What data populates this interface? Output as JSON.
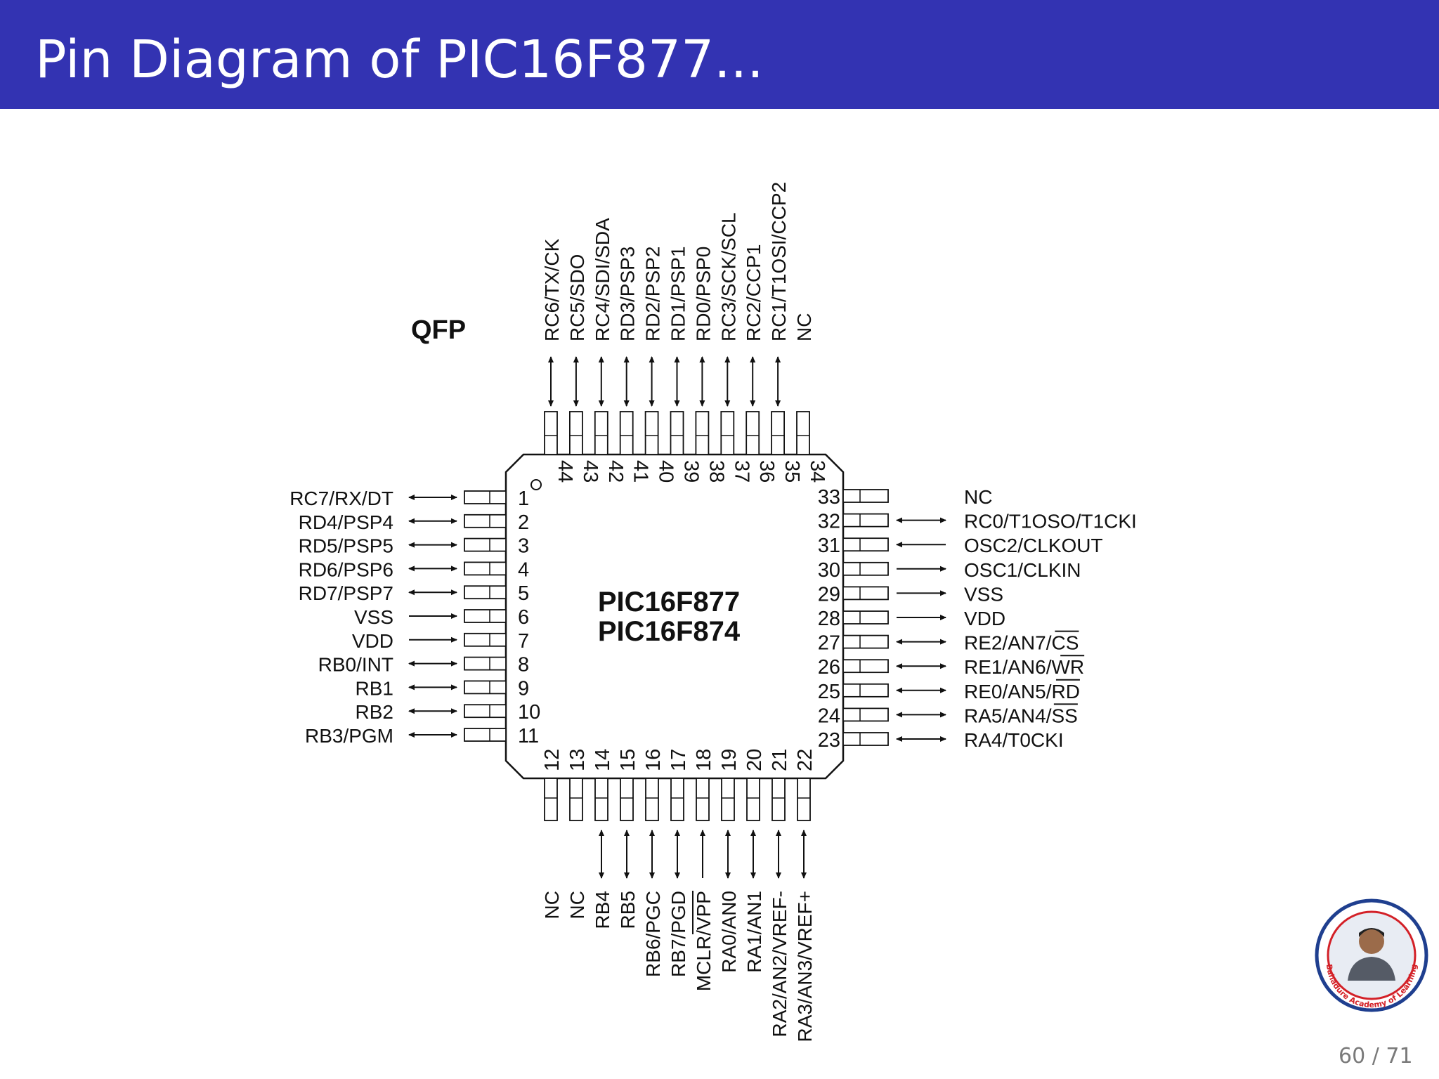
{
  "slide": {
    "title": "Pin Diagram of PIC16F877...",
    "page": "60 / 71",
    "header_color": "#3333b2"
  },
  "diagram": {
    "package_label": "QFP",
    "chip_names": [
      "PIC16F877",
      "PIC16F874"
    ],
    "left_pins": [
      {
        "num": "1",
        "label": "RC7/RX/DT",
        "dir": "bi"
      },
      {
        "num": "2",
        "label": "RD4/PSP4",
        "dir": "bi"
      },
      {
        "num": "3",
        "label": "RD5/PSP5",
        "dir": "bi"
      },
      {
        "num": "4",
        "label": "RD6/PSP6",
        "dir": "bi"
      },
      {
        "num": "5",
        "label": "RD7/PSP7",
        "dir": "bi"
      },
      {
        "num": "6",
        "label": "VSS",
        "dir": "in"
      },
      {
        "num": "7",
        "label": "VDD",
        "dir": "in"
      },
      {
        "num": "8",
        "label": "RB0/INT",
        "dir": "bi"
      },
      {
        "num": "9",
        "label": "RB1",
        "dir": "bi"
      },
      {
        "num": "10",
        "label": "RB2",
        "dir": "bi"
      },
      {
        "num": "11",
        "label": "RB3/PGM",
        "dir": "bi"
      }
    ],
    "bottom_pins": [
      {
        "num": "12",
        "label": "NC",
        "dir": "none"
      },
      {
        "num": "13",
        "label": "NC",
        "dir": "none"
      },
      {
        "num": "14",
        "label": "RB4",
        "dir": "bi"
      },
      {
        "num": "15",
        "label": "RB5",
        "dir": "bi"
      },
      {
        "num": "16",
        "label": "RB6/PGC",
        "dir": "bi"
      },
      {
        "num": "17",
        "label": "RB7/PGD",
        "dir": "bi"
      },
      {
        "num": "18",
        "label": "MCLR/VPP",
        "dir": "in"
      },
      {
        "num": "19",
        "label": "RA0/AN0",
        "dir": "bi"
      },
      {
        "num": "20",
        "label": "RA1/AN1",
        "dir": "bi"
      },
      {
        "num": "21",
        "label": "RA2/AN2/VREF-",
        "dir": "bi"
      },
      {
        "num": "22",
        "label": "RA3/AN3/VREF+",
        "dir": "bi"
      }
    ],
    "right_pins": [
      {
        "num": "33",
        "label": "NC",
        "dir": "none"
      },
      {
        "num": "32",
        "label": "RC0/T1OSO/T1CKI",
        "dir": "bi"
      },
      {
        "num": "31",
        "label": "OSC2/CLKOUT",
        "dir": "out"
      },
      {
        "num": "30",
        "label": "OSC1/CLKIN",
        "dir": "in"
      },
      {
        "num": "29",
        "label": "VSS",
        "dir": "in"
      },
      {
        "num": "28",
        "label": "VDD",
        "dir": "in"
      },
      {
        "num": "27",
        "label": "RE2/AN7/CS",
        "dir": "bi"
      },
      {
        "num": "26",
        "label": "RE1/AN6/WR",
        "dir": "bi"
      },
      {
        "num": "25",
        "label": "RE0/AN5/RD",
        "dir": "bi"
      },
      {
        "num": "24",
        "label": "RA5/AN4/SS",
        "dir": "bi"
      },
      {
        "num": "23",
        "label": "RA4/T0CKI",
        "dir": "bi"
      }
    ],
    "top_pins": [
      {
        "num": "44",
        "label": "RC6/TX/CK",
        "dir": "bi"
      },
      {
        "num": "43",
        "label": "RC5/SDO",
        "dir": "bi"
      },
      {
        "num": "42",
        "label": "RC4/SDI/SDA",
        "dir": "bi"
      },
      {
        "num": "41",
        "label": "RD3/PSP3",
        "dir": "bi"
      },
      {
        "num": "40",
        "label": "RD2/PSP2",
        "dir": "bi"
      },
      {
        "num": "39",
        "label": "RD1/PSP1",
        "dir": "bi"
      },
      {
        "num": "38",
        "label": "RD0/PSP0",
        "dir": "bi"
      },
      {
        "num": "37",
        "label": "RC3/SCK/SCL",
        "dir": "bi"
      },
      {
        "num": "36",
        "label": "RC2/CCP1",
        "dir": "bi"
      },
      {
        "num": "35",
        "label": "RC1/T1OSI/CCP2",
        "dir": "bi"
      },
      {
        "num": "34",
        "label": "NC",
        "dir": "none"
      }
    ]
  },
  "logo": {
    "caption": "Bahadure Academy of Learning",
    "ring_color": "#1f3f8f",
    "accent_color": "#d32027"
  }
}
